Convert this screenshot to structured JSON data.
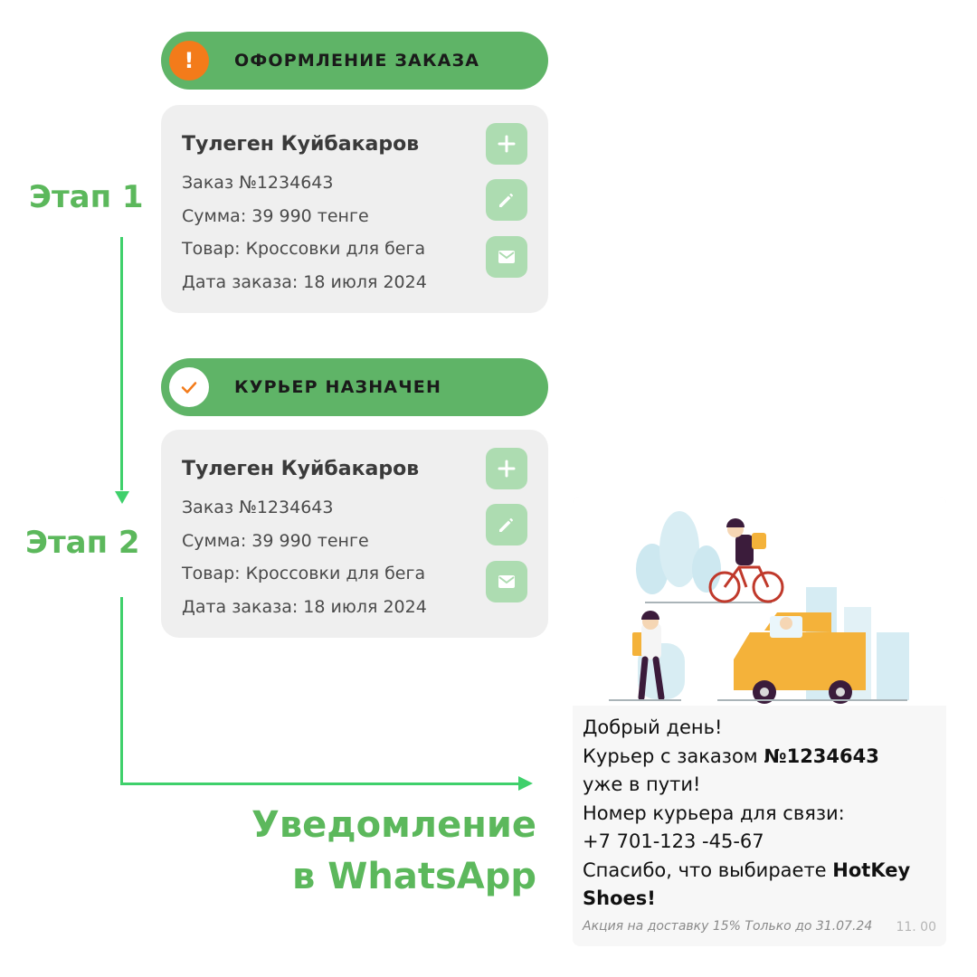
{
  "stages": {
    "stage1": "Этап 1",
    "stage2": "Этап 2"
  },
  "status": {
    "created": {
      "label": "ОФОРМЛЕНИЕ ЗАКАЗА",
      "icon": "exclamation-icon",
      "icon_glyph": "!",
      "color": "#f37b1a"
    },
    "assigned": {
      "label": "КУРЬЕР НАЗНАЧЕН",
      "icon": "checkmark-icon",
      "color": "#f37b1a"
    }
  },
  "order": {
    "customer": "Тулеген Куйбакаров",
    "number": "Заказ №1234643",
    "sum": "Сумма: 39 990 тенге",
    "product": "Товар: Кроссовки для бега",
    "date": "Дата заказа: 18 июля 2024"
  },
  "actions": {
    "icons": [
      "plus-icon",
      "pencil-icon",
      "envelope-icon"
    ]
  },
  "headline": {
    "line1": "Уведомление",
    "line2": "в WhatsApp"
  },
  "whatsapp": {
    "greeting": "Добрый день!",
    "courier_prefix": "Курьер с заказом ",
    "order_number": "№1234643",
    "on_way": "уже в пути!",
    "phone_label": "Номер курьера для связи:",
    "phone": "+7 701-123 -45-67",
    "thanks_prefix": "Спасибо, что выбираете ",
    "brand": "HotKey Shoes!",
    "promo": "Акция на доставку 15% Только до 31.07.24",
    "time": "11. 00"
  },
  "colors": {
    "brand_green": "#5fb467",
    "heading_green": "#5cb85c",
    "flow_line": "#3fd06b",
    "button_green": "#addcb1",
    "card_bg": "#efefef",
    "warning_orange": "#f37b1a"
  }
}
